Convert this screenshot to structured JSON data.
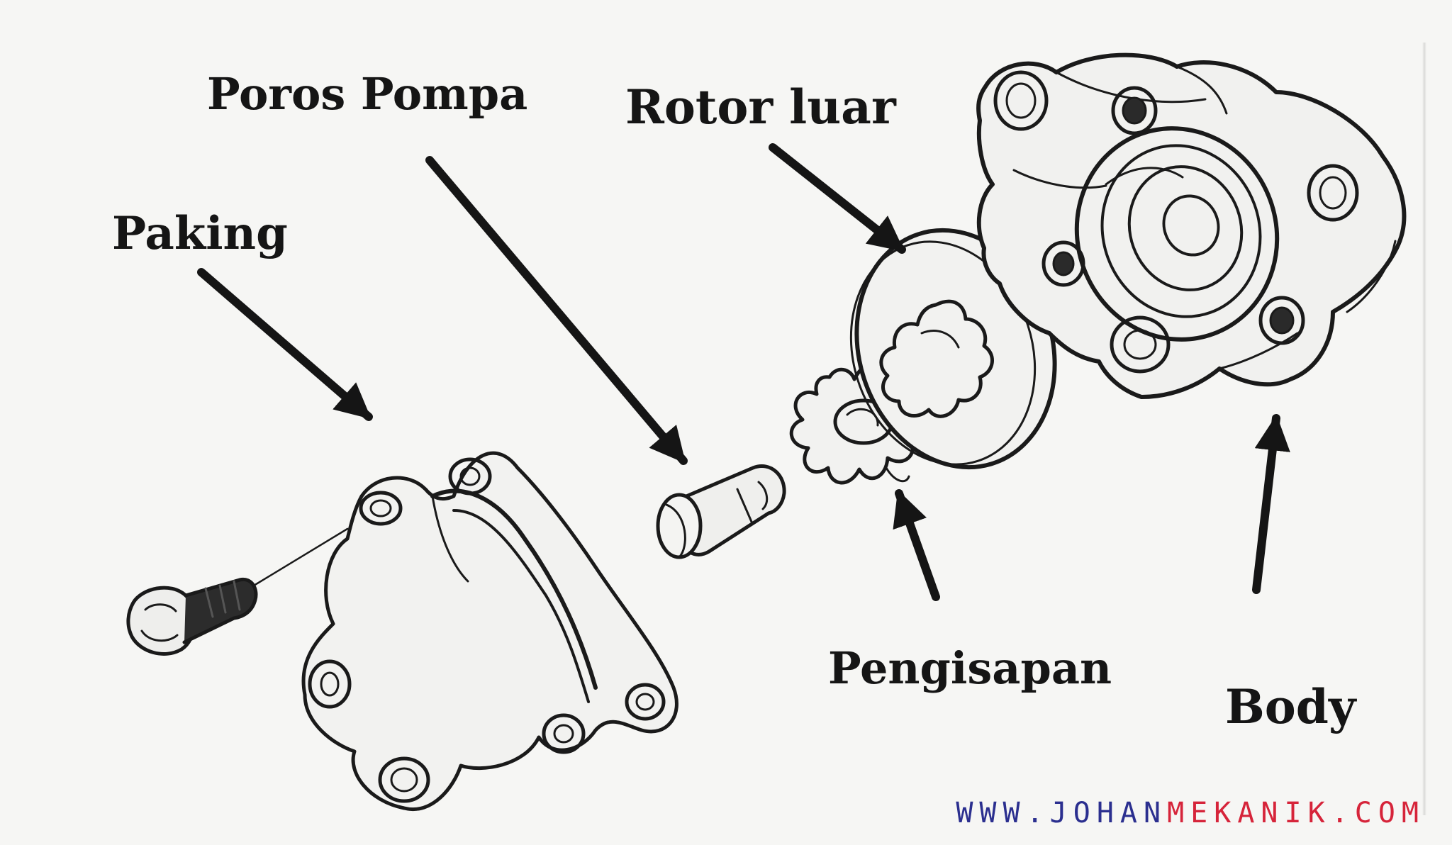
{
  "labels": {
    "poros_pompa": "Poros Pompa",
    "rotor_luar": "Rotor luar",
    "paking": "Paking",
    "pengisapan": "Pengisapan",
    "body": "Body"
  },
  "watermark": {
    "prefix": "WWW.JOHAN",
    "brand": "MEKANIK",
    "suffix": ".COM"
  },
  "colors": {
    "ink": "#151515",
    "paper": "#f6f6f4",
    "watermark_blue": "#2b2f8f",
    "watermark_red": "#d6243a"
  }
}
